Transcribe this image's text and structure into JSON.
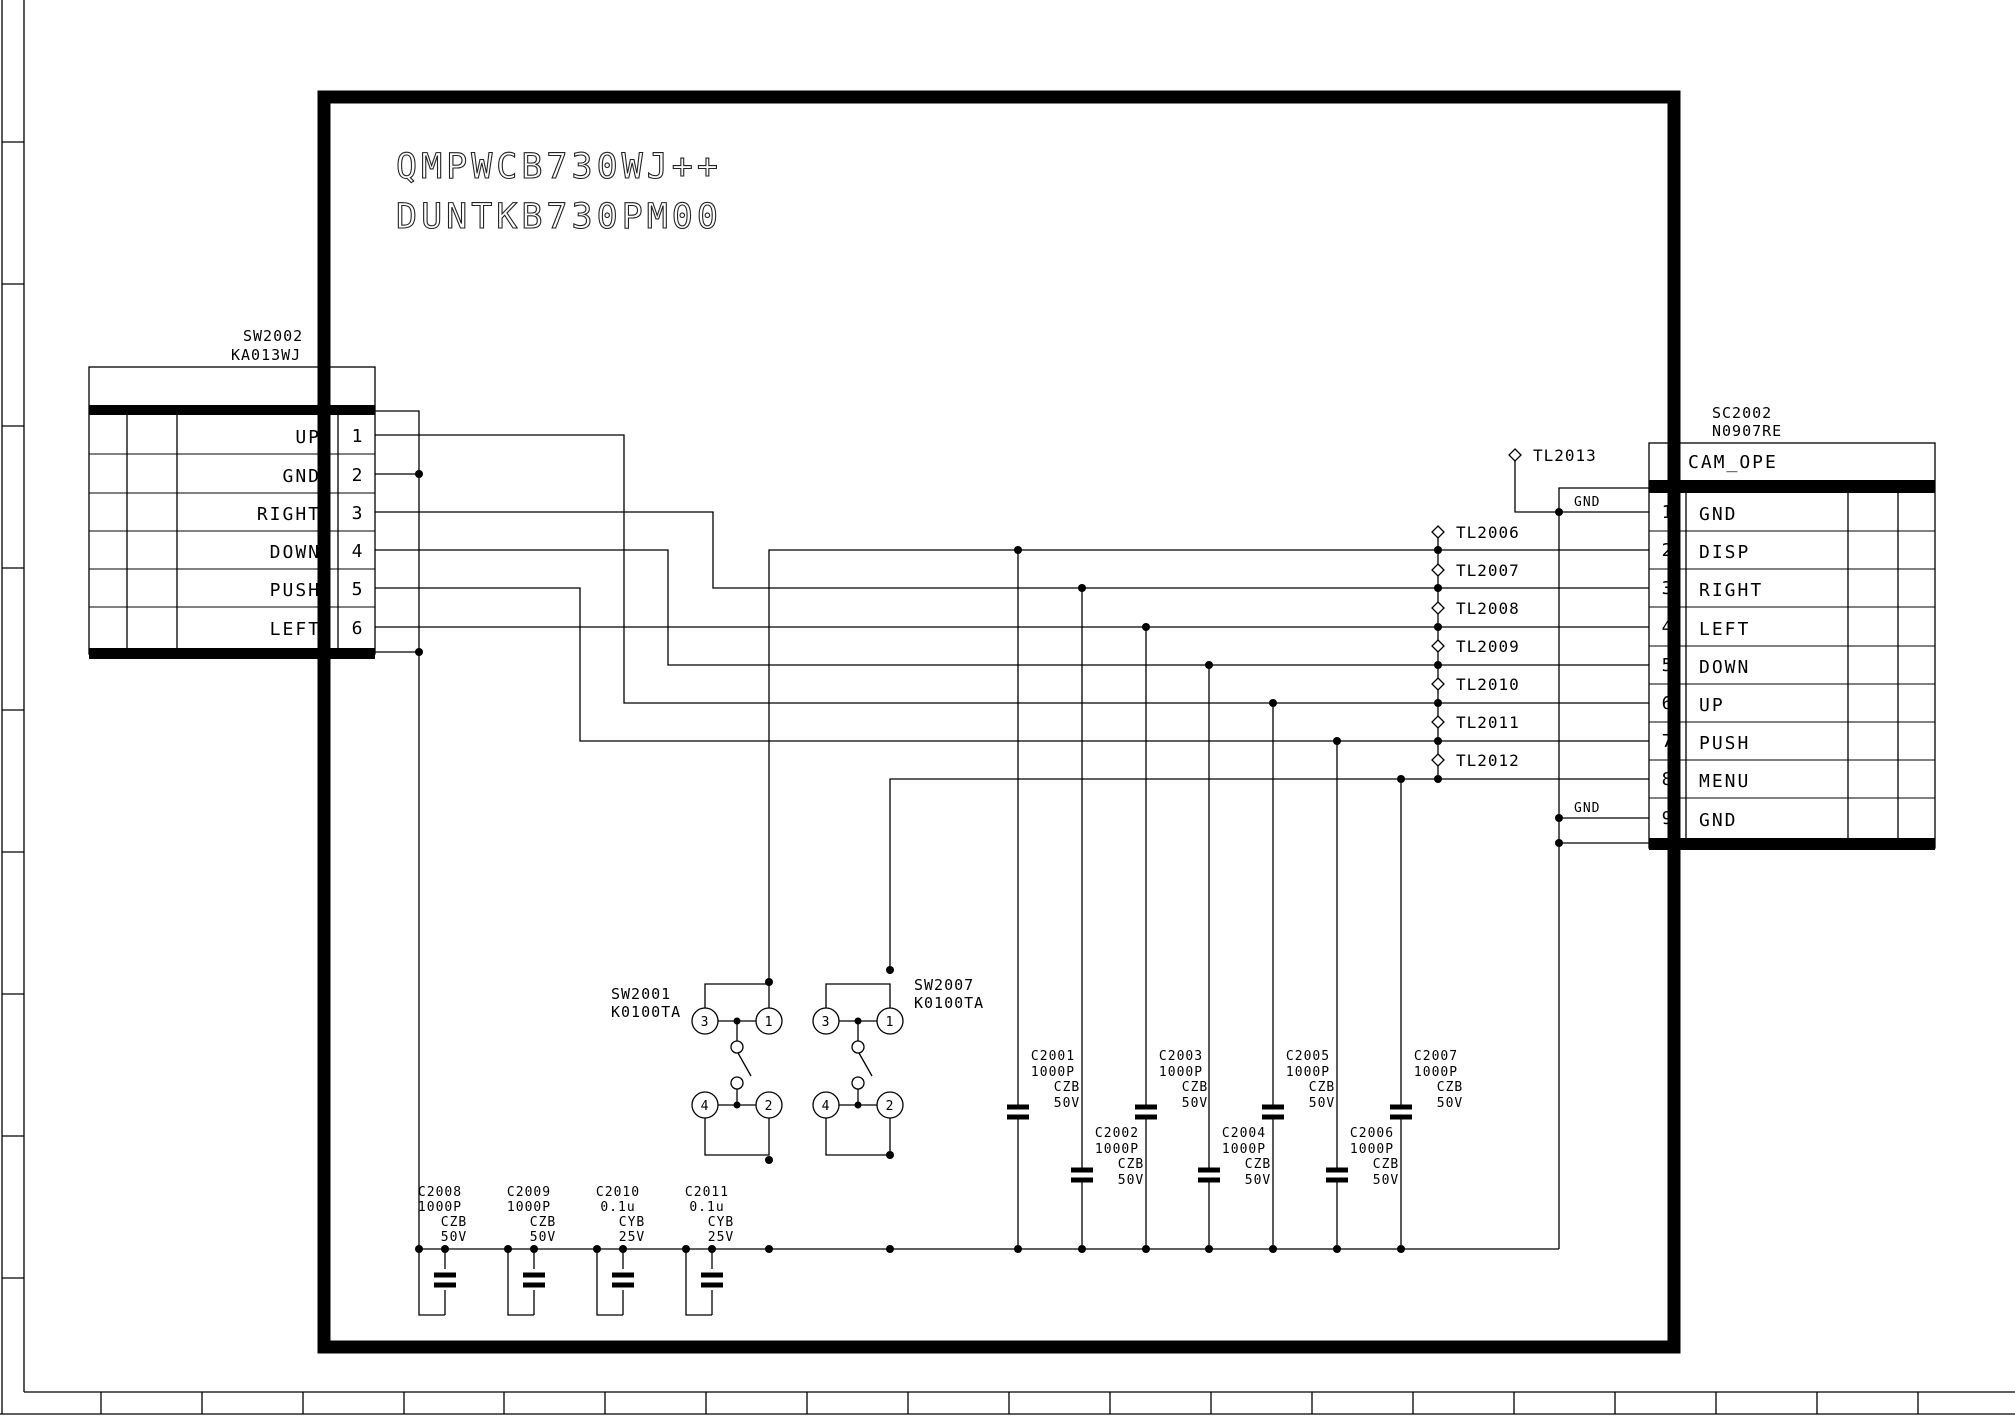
{
  "board": {
    "line1": "QMPWCB730WJ++",
    "line2": "DUNTKB730PM00"
  },
  "sw2002": {
    "ref": "SW2002",
    "part": "KA013WJ",
    "pins": [
      {
        "num": "1",
        "label": "UP"
      },
      {
        "num": "2",
        "label": "GND"
      },
      {
        "num": "3",
        "label": "RIGHT"
      },
      {
        "num": "4",
        "label": "DOWN"
      },
      {
        "num": "5",
        "label": "PUSH"
      },
      {
        "num": "6",
        "label": "LEFT"
      }
    ]
  },
  "sc2002": {
    "ref": "SC2002",
    "part": "N0907RE",
    "title": "CAM_OPE",
    "pins": [
      {
        "num": "1",
        "label": "GND"
      },
      {
        "num": "2",
        "label": "DISP"
      },
      {
        "num": "3",
        "label": "RIGHT"
      },
      {
        "num": "4",
        "label": "LEFT"
      },
      {
        "num": "5",
        "label": "DOWN"
      },
      {
        "num": "6",
        "label": "UP"
      },
      {
        "num": "7",
        "label": "PUSH"
      },
      {
        "num": "8",
        "label": "MENU"
      },
      {
        "num": "9",
        "label": "GND"
      }
    ]
  },
  "gnd_label": "GND",
  "test_points": [
    "TL2013",
    "TL2006",
    "TL2007",
    "TL2008",
    "TL2009",
    "TL2010",
    "TL2011",
    "TL2012"
  ],
  "switches": [
    {
      "ref": "SW2001",
      "part": "K0100TA",
      "pins": [
        "3",
        "1",
        "4",
        "2"
      ]
    },
    {
      "ref": "SW2007",
      "part": "K0100TA",
      "pins": [
        "3",
        "1",
        "4",
        "2"
      ]
    }
  ],
  "caps_upper": [
    {
      "ref": "C2001",
      "value": "1000P",
      "type": "CZB",
      "voltage": "50V"
    },
    {
      "ref": "C2002",
      "value": "1000P",
      "type": "CZB",
      "voltage": "50V"
    },
    {
      "ref": "C2003",
      "value": "1000P",
      "type": "CZB",
      "voltage": "50V"
    },
    {
      "ref": "C2004",
      "value": "1000P",
      "type": "CZB",
      "voltage": "50V"
    },
    {
      "ref": "C2005",
      "value": "1000P",
      "type": "CZB",
      "voltage": "50V"
    },
    {
      "ref": "C2006",
      "value": "1000P",
      "type": "CZB",
      "voltage": "50V"
    },
    {
      "ref": "C2007",
      "value": "1000P",
      "type": "CZB",
      "voltage": "50V"
    }
  ],
  "caps_lower": [
    {
      "ref": "C2008",
      "value": "1000P",
      "type": "CZB",
      "voltage": "50V"
    },
    {
      "ref": "C2009",
      "value": "1000P",
      "type": "CZB",
      "voltage": "50V"
    },
    {
      "ref": "C2010",
      "value": "0.1u",
      "type": "CYB",
      "voltage": "25V"
    },
    {
      "ref": "C2011",
      "value": "0.1u",
      "type": "CYB",
      "voltage": "25V"
    }
  ]
}
